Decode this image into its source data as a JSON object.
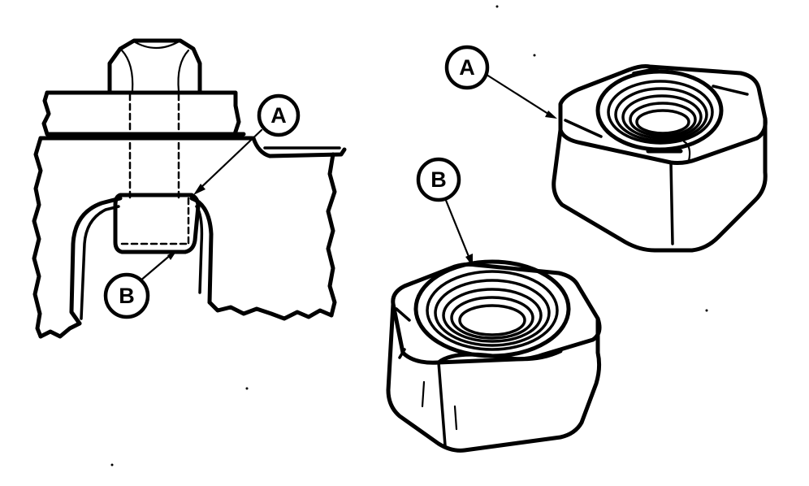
{
  "callouts": {
    "left_a": "A",
    "left_b": "B",
    "nut_a": "A",
    "nut_b": "B"
  },
  "colors": {
    "ink": "#000000",
    "paper": "#ffffff"
  }
}
